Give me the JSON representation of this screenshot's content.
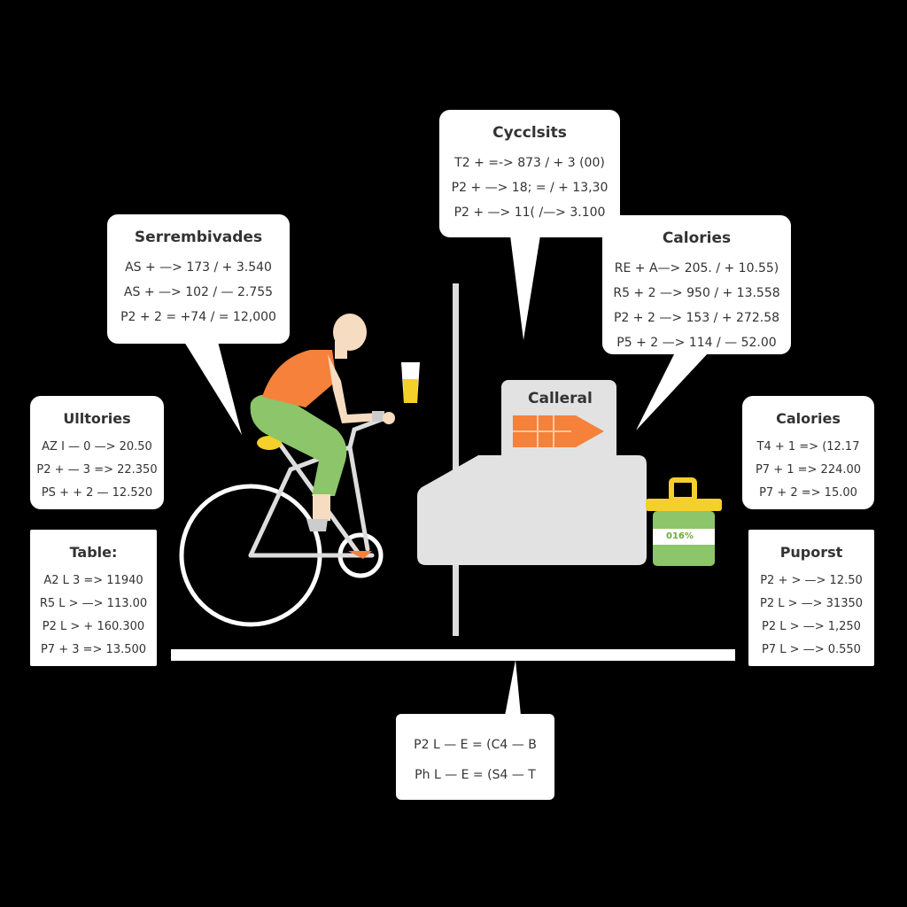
{
  "cards": {
    "serrembivades": {
      "title": "Serrembivades",
      "rows": [
        "AS + —> 173 / + 3.540",
        "AS + —> 102 / — 2.755",
        "P2 + 2 = +74 / = 12,000"
      ]
    },
    "cyclists": {
      "title": "Cycclsits",
      "rows": [
        "T2 + =-> 873 / + 3 (00)",
        "P2 + —> 18; = / + 13,30",
        "P2 + —> 11( /—> 3.100"
      ]
    },
    "calories_top": {
      "title": "Calories",
      "rows": [
        "RE + A—> 205. / + 10.55)",
        "R5 + 2 —> 950 / + 13.558",
        "P2 + 2 —> 153 / + 272.58",
        "P5 + 2 —> 114 / — 52.00"
      ]
    },
    "ulltories": {
      "title": "Ulltories",
      "rows": [
        "AZ I — 0 —> 20.50",
        "P2 + — 3 => 22.350",
        "PS + + 2 — 12.520"
      ]
    },
    "table": {
      "title": "Table:",
      "rows": [
        "A2 L 3 => 11940",
        "R5 L > —> 113.00",
        "P2 L > + 160.300",
        "P7 + 3 => 13.500"
      ]
    },
    "calories_right": {
      "title": "Calories",
      "rows": [
        "T4 + 1 => (12.17",
        "P7 + 1 => 224.00",
        "P7 + 2 => 15.00"
      ]
    },
    "puporst": {
      "title": "Puporst",
      "rows": [
        "P2 + > —> 12.50",
        "P2 L > —> 31350",
        "P2 L > —> 1,250",
        "P7 L > —> 0.550"
      ]
    },
    "bottom": {
      "rows": [
        "P2 L — E = (C4 — B",
        "Ph L — E = (S4 — T"
      ]
    }
  },
  "machine": {
    "label": "Calleral"
  },
  "bin": {
    "label": "016%"
  },
  "colors": {
    "orange": "#f5813a",
    "green": "#8cc56a",
    "yellow": "#f5cf2a",
    "skin": "#f6dcc0",
    "grey": "#e2e2e2"
  }
}
